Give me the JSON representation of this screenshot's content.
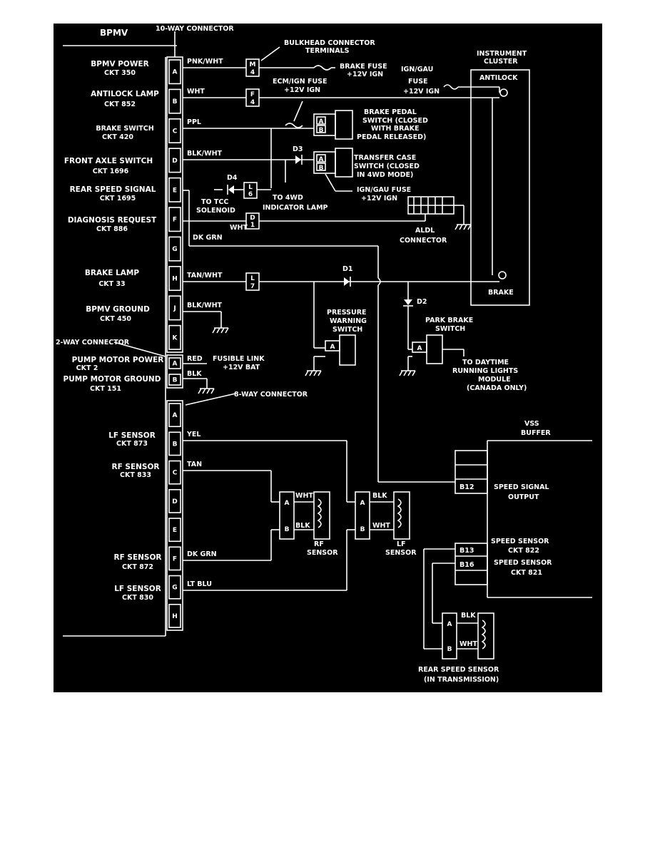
{
  "bpmv": {
    "title": "BPMV",
    "connector10": "10-WAY CONNECTOR",
    "connector2": "2-WAY CONNECTOR",
    "connector8": "8-WAY CONNECTOR",
    "pins10": [
      "A",
      "B",
      "C",
      "D",
      "E",
      "F",
      "G",
      "H",
      "J",
      "K"
    ],
    "pins2": [
      "A",
      "B"
    ],
    "pins8": [
      "A",
      "B",
      "C",
      "D",
      "E",
      "F",
      "G",
      "H"
    ],
    "circuits": [
      {
        "name": "BPMV POWER",
        "ckt": "CKT 350"
      },
      {
        "name": "ANTILOCK LAMP",
        "ckt": "CKT 852"
      },
      {
        "name": "BRAKE SWITCH",
        "ckt": "CKT 420"
      },
      {
        "name": "FRONT AXLE SWITCH",
        "ckt": "CKT 1696"
      },
      {
        "name": "REAR SPEED SIGNAL",
        "ckt": "CKT 1695"
      },
      {
        "name": "DIAGNOSIS REQUEST",
        "ckt": "CKT 886"
      },
      {
        "name": "BRAKE LAMP",
        "ckt": "CKT 33"
      },
      {
        "name": "BPMV GROUND",
        "ckt": "CKT 450"
      },
      {
        "name": "PUMP MOTOR POWER",
        "ckt": "CKT 2"
      },
      {
        "name": "PUMP MOTOR GROUND",
        "ckt": "CKT 151"
      },
      {
        "name": "LF SENSOR",
        "ckt": "CKT 873"
      },
      {
        "name": "RF SENSOR",
        "ckt": "CKT 833"
      },
      {
        "name": "RF SENSOR",
        "ckt": "CKT 872"
      },
      {
        "name": "LF SENSOR",
        "ckt": "CKT 830"
      }
    ]
  },
  "wires": {
    "pnk_wht": "PNK/WHT",
    "wht": "WHT",
    "ppl": "PPL",
    "blk_wht": "BLK/WHT",
    "wht2": "WHT",
    "dk_grn": "DK GRN",
    "tan_wht": "TAN/WHT",
    "blk_wht2": "BLK/WHT",
    "red": "RED",
    "blk": "BLK",
    "yel": "YEL",
    "tan": "TAN",
    "dk_grn2": "DK GRN",
    "lt_blu": "LT BLU"
  },
  "labels": {
    "bulkhead": [
      "BULKHEAD CONNECTOR",
      "TERMINALS"
    ],
    "brake_fuse": [
      "BRAKE FUSE",
      "+12V IGN"
    ],
    "ecm_fuse": [
      "ECM/IGN FUSE",
      "+12V IGN"
    ],
    "ign_gau_fuse1": [
      "IGN/GAU",
      "FUSE",
      "+12V IGN"
    ],
    "instrument_cluster": [
      "INSTRUMENT",
      "CLUSTER"
    ],
    "antilock": "ANTILOCK",
    "brake": "BRAKE",
    "brake_pedal_switch": [
      "BRAKE PEDAL",
      "SWITCH (CLOSED",
      "WITH BRAKE",
      "PEDAL RELEASED)"
    ],
    "d3": "D3",
    "d4": "D4",
    "d1": "D1",
    "d2": "D2",
    "transfer_case": [
      "TRANSFER CASE",
      "SWITCH (CLOSED",
      "IN 4WD MODE)"
    ],
    "ign_gau_fuse2": [
      "IGN/GAU  FUSE",
      "+12V IGN"
    ],
    "to_tcc": [
      "TO TCC",
      "SOLENOID"
    ],
    "to_4wd": [
      "TO 4WD",
      "INDICATOR LAMP"
    ],
    "aldl": [
      "ALDL",
      "CONNECTOR"
    ],
    "pressure_switch": [
      "PRESSURE",
      "WARNING",
      "SWITCH"
    ],
    "park_brake": [
      "PARK BRAKE",
      "SWITCH"
    ],
    "drl": [
      "TO DAYTIME",
      "RUNNING LIGHTS",
      "MODULE",
      "(CANADA ONLY)"
    ],
    "fusible_link": [
      "FUSIBLE LINK",
      "+12V BAT"
    ],
    "vss": [
      "VSS",
      "BUFFER"
    ],
    "speed_signal": [
      "SPEED SIGNAL",
      "OUTPUT"
    ],
    "speed_sensor_822": [
      "SPEED SENSOR",
      "CKT 822"
    ],
    "speed_sensor_821": [
      "SPEED SENSOR",
      "CKT 821"
    ],
    "b12": "B12",
    "b13": "B13",
    "b16": "B16",
    "rf_sensor": [
      "RF",
      "SENSOR"
    ],
    "lf_sensor": [
      "LF",
      "SENSOR"
    ],
    "rear_speed_sensor": [
      "REAR SPEED SENSOR",
      "(IN TRANSMISSION)"
    ],
    "sensor_wires": {
      "wht": "WHT",
      "blk": "BLK",
      "blk2": "BLK",
      "wht2": "WHT",
      "blk3": "BLK",
      "wht3": "WHT"
    },
    "pins": {
      "a": "A",
      "b": "B"
    }
  }
}
